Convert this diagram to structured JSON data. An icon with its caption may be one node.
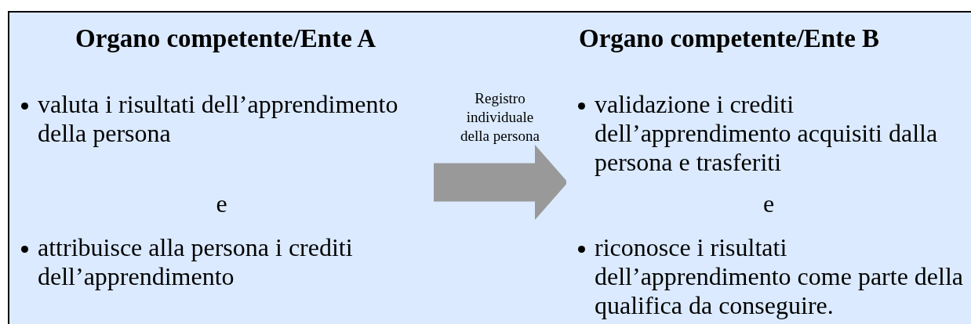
{
  "diagram": {
    "nodes": [
      {
        "text": [
          "Organo competente/Ente A",
          "valuta i risultati dell’apprendimento della persona",
          "e",
          "attribuisce alla persona i crediti dell’apprendimento"
        ]
      },
      {
        "text": [
          "Organo competente/Ente B",
          "validazione i crediti dell’apprendimento acquisiti dalla persona e trasferiti",
          "e",
          "riconosce i risultati dell’apprendimento come parte della qualifica da conseguire."
        ]
      }
    ],
    "edges": [
      {
        "from": 0,
        "to": 1,
        "arrow": "to",
        "label": "Registro individuale della persona"
      }
    ]
  }
}
